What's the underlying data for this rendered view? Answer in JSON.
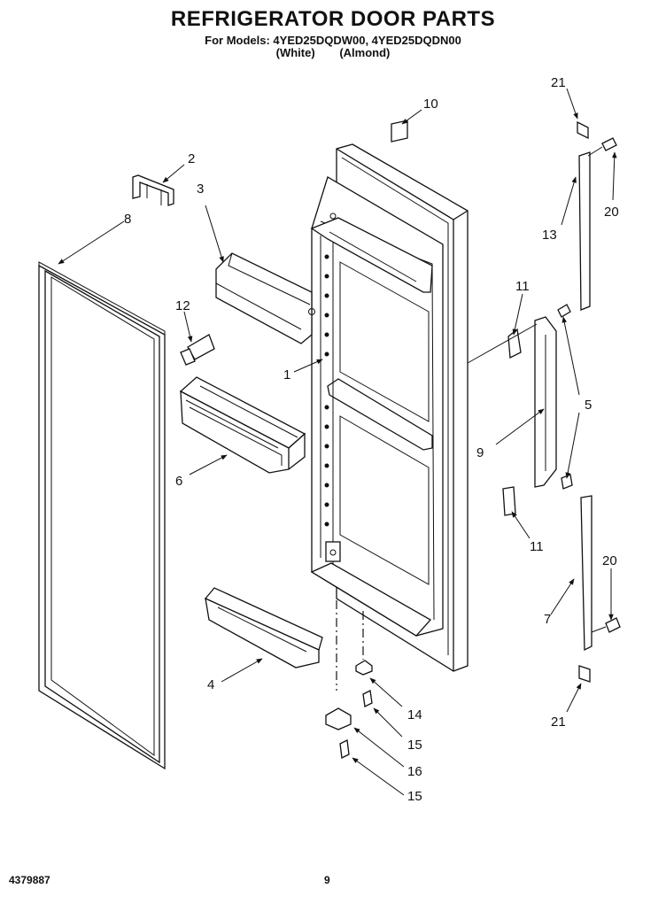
{
  "header": {
    "title": "REFRIGERATOR DOOR PARTS",
    "models": "For Models: 4YED25DQDW00, 4YED25DQDN00",
    "color_white": "(White)",
    "color_almond": "(Almond)"
  },
  "footer": {
    "part_number": "4379887",
    "page_number": "9"
  },
  "callouts": {
    "c1": "1",
    "c2": "2",
    "c3": "3",
    "c4": "4",
    "c5": "5",
    "c6": "6",
    "c7": "7",
    "c8": "8",
    "c9": "9",
    "c10": "10",
    "c11a": "11",
    "c11b": "11",
    "c12": "12",
    "c13": "13",
    "c14": "14",
    "c15a": "15",
    "c15b": "15",
    "c16": "16",
    "c20a": "20",
    "c20b": "20",
    "c21a": "21",
    "c21b": "21"
  }
}
